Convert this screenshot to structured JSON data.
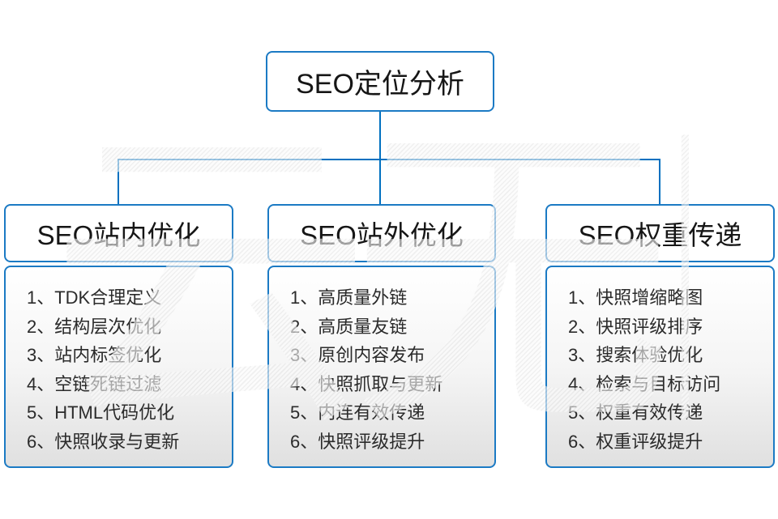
{
  "diagram": {
    "watermark": "云无限",
    "root": {
      "label": "SEO定位分析"
    },
    "columns": [
      {
        "title": "SEO站内优化",
        "items": [
          "1、TDK合理定义",
          "2、结构层次优化",
          "3、站内标签优化",
          "4、空链死链过滤",
          "5、HTML代码优化",
          "6、快照收录与更新"
        ]
      },
      {
        "title": "SEO站外优化",
        "items": [
          "1、高质量外链",
          "2、高质量友链",
          "3、原创内容发布",
          "4、快照抓取与更新",
          "5、内连有效传递",
          "6、快照评级提升"
        ]
      },
      {
        "title": "SEO权重传递",
        "items": [
          "1、快照增缩略图",
          "2、快照评级排序",
          "3、搜索体验优化",
          "4、检索与目标访问",
          "5、权重有效传递",
          "6、权重评级提升"
        ]
      }
    ],
    "colors": {
      "border_blue": "#1b7ac4",
      "line_blue": "#0070c0",
      "list_gradient_top": "#ffffff",
      "list_gradient_bottom": "#e0e0e0",
      "text": "#161616"
    }
  }
}
